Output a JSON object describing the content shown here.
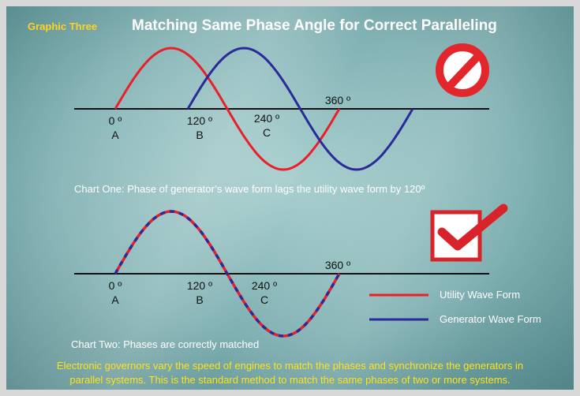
{
  "header": {
    "label": "Graphic Three",
    "title": "Matching Same Phase Angle  for Correct Paralleling"
  },
  "chart_one": {
    "labels": [
      {
        "deg": "0 º",
        "letter": "A"
      },
      {
        "deg": "120 º",
        "letter": "B"
      },
      {
        "deg": "240 º",
        "letter": "C"
      },
      {
        "deg": "360 º",
        "letter": ""
      }
    ],
    "caption": "Chart One:  Phase of generator’s wave form lags the utility wave form by 120º",
    "status_icon": "prohibited-icon"
  },
  "chart_two": {
    "labels": [
      {
        "deg": "0 º",
        "letter": "A"
      },
      {
        "deg": "120 º",
        "letter": "B"
      },
      {
        "deg": "240 º",
        "letter": "C"
      },
      {
        "deg": "360 º",
        "letter": ""
      }
    ],
    "caption": "Chart Two:  Phases are correctly matched",
    "status_icon": "checkmark-icon"
  },
  "legend": [
    {
      "name": "Utility Wave Form",
      "color": "#e8202a"
    },
    {
      "name": "Generator  Wave Form",
      "color": "#2a2a9a"
    }
  ],
  "footer": {
    "line1": "Electronic governors vary the speed of engines to match the phases and synchronize the generators in",
    "line2": "parallel systems. This is the standard method to match the same phases of two or more systems."
  },
  "colors": {
    "utility": "#e8202a",
    "generator": "#2a2a9a",
    "accent_yellow": "#ffd21f"
  }
}
